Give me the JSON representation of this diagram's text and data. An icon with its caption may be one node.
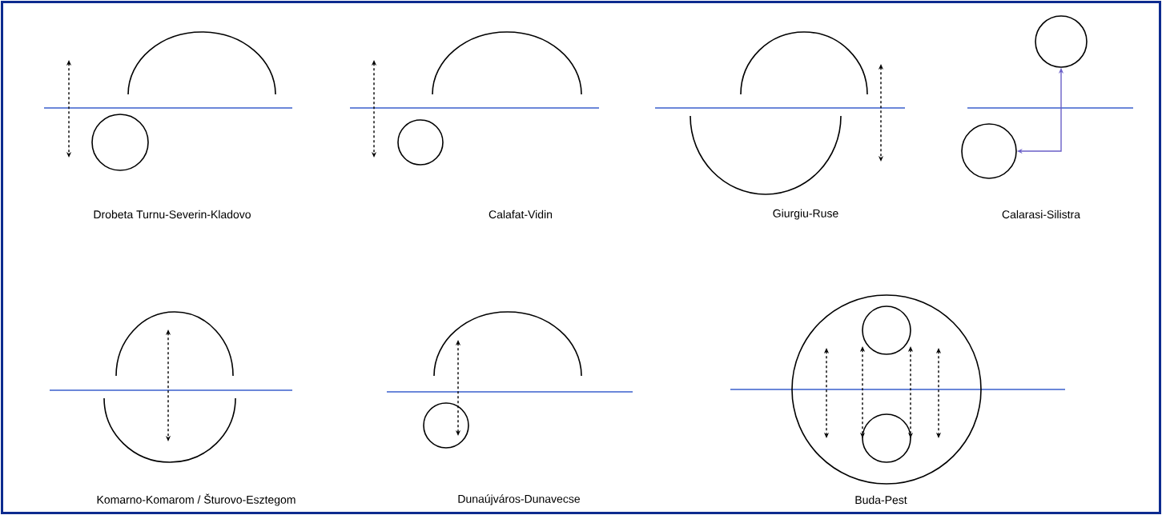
{
  "diagram": {
    "nodes": [
      {
        "text": [],
        "shape": "arc"
      },
      {
        "text": [],
        "shape": "circle"
      },
      {
        "text": [],
        "shape": "arc"
      },
      {
        "text": [],
        "shape": "circle"
      },
      {
        "text": [],
        "shape": "arc"
      },
      {
        "text": [],
        "shape": "arc"
      },
      {
        "text": [],
        "shape": "circle"
      },
      {
        "text": [],
        "shape": "circle"
      },
      {
        "text": [],
        "shape": "arc"
      },
      {
        "text": [],
        "shape": "arc"
      },
      {
        "text": [],
        "shape": "arc"
      },
      {
        "text": [],
        "shape": "circle"
      },
      {
        "text": [],
        "shape": "circle"
      },
      {
        "text": [],
        "shape": "circle",
        "in": 12
      },
      {
        "text": [],
        "shape": "circle",
        "in": 12
      }
    ],
    "edges": [
      {
        "from": 7,
        "to": 6,
        "arrow": "both",
        "color": "#6a5fc8"
      },
      {
        "from": 8,
        "to": 9,
        "arrow": "both",
        "style": "dashed"
      },
      {
        "from": 10,
        "to": 11,
        "arrow": "both",
        "style": "dashed"
      },
      {
        "from": 13,
        "to": 14,
        "arrow": "both",
        "style": "dashed"
      },
      {
        "from": 13,
        "to": 14,
        "arrow": "both",
        "style": "dashed"
      }
    ],
    "labels": [
      "Drobeta Turnu-Severin-Kladovo",
      "Calafat-Vidin",
      "Giurgiu-Ruse",
      "Calarasi-Silistra",
      "Komarno-Komarom / Šturovo-Esztegom",
      "Dunaújváros-Dunavecse",
      "Buda-Pest"
    ]
  }
}
